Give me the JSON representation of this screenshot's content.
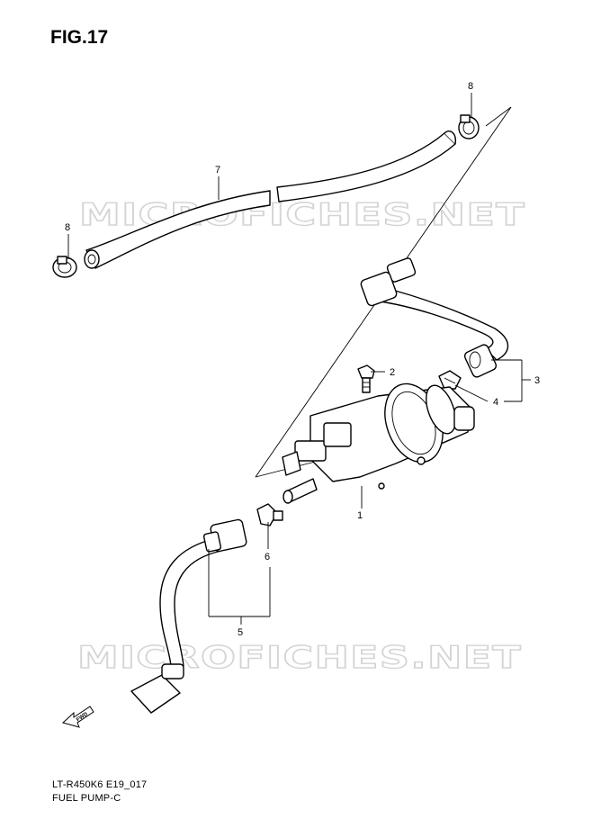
{
  "figure": {
    "title": "FIG.17"
  },
  "watermark": {
    "text": "MICROFICHES.NET"
  },
  "callouts": [
    {
      "id": "1",
      "label": "1"
    },
    {
      "id": "2",
      "label": "2"
    },
    {
      "id": "3",
      "label": "3"
    },
    {
      "id": "4",
      "label": "4"
    },
    {
      "id": "5",
      "label": "5"
    },
    {
      "id": "6",
      "label": "6"
    },
    {
      "id": "7",
      "label": "7"
    },
    {
      "id": "8a",
      "label": "8"
    },
    {
      "id": "8b",
      "label": "8"
    }
  ],
  "fwd_label": "FWD",
  "footer": {
    "model_code": "LT-R450K6 E19_017",
    "group_name": "FUEL PUMP-C"
  }
}
